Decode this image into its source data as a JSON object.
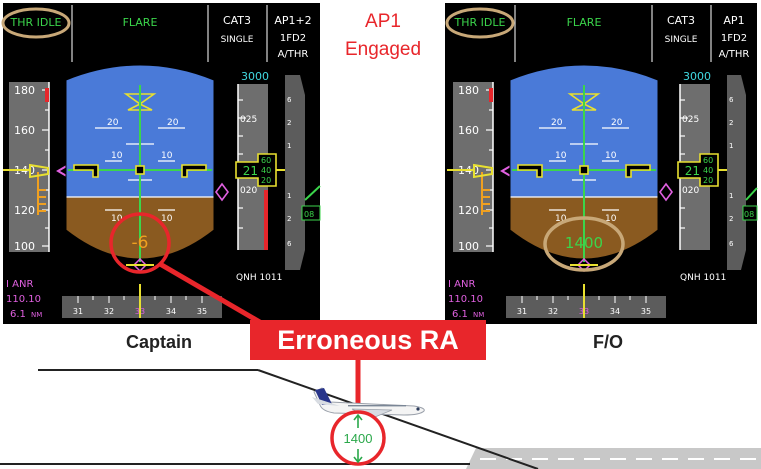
{
  "center_annotation": {
    "line1": "AP1",
    "line2": "Engaged",
    "color": "#e8262b"
  },
  "callout": {
    "label": "Erroneous RA",
    "color": "#e8262b"
  },
  "aircraft_ra": {
    "value": "1400",
    "color": "#2aa84a"
  },
  "colors": {
    "fma_green": "#3bd54b",
    "sky": "#4a7ad8",
    "ground": "#8a5a20",
    "magenta": "#e060e0",
    "cyan": "#40d8e0",
    "amber": "#f0a020",
    "yellow": "#e8e030",
    "highlight_ring": "#c8a878",
    "alert_ring": "#e8262b"
  },
  "pfds": [
    {
      "caption": "Captain",
      "fma": {
        "thrust": "THR IDLE",
        "vertical": "FLARE",
        "approach": "CAT3",
        "approach_sub": "SINGLE",
        "ap1": "AP1+2",
        "ap2": "1FD2",
        "ap3": "A/THR"
      },
      "speed_ticks": [
        "180",
        "160",
        "140",
        "120",
        "100"
      ],
      "pitch_labels": [
        "20",
        "20",
        "10",
        "10",
        "10",
        "10"
      ],
      "alt_target": "3000",
      "alt_ticks": [
        "025",
        "020"
      ],
      "alt_readout": {
        "main": "21",
        "sub_top": "60",
        "sub_mid": "40",
        "sub_bot": "20"
      },
      "vs_ticks": [
        "6",
        "2",
        "1",
        "1",
        "2",
        "6"
      ],
      "vs_pointer": "08",
      "ra": {
        "value": "-6",
        "color": "#f0a020"
      },
      "qnh": "QNH 1011",
      "ils": {
        "id": "I ANR",
        "freq": "110.10",
        "dist": "6.1",
        "unit": "NM"
      },
      "heading_ticks": [
        "31",
        "32",
        "33",
        "34",
        "35"
      ]
    },
    {
      "caption": "F/O",
      "fma": {
        "thrust": "THR IDLE",
        "vertical": "FLARE",
        "approach": "CAT3",
        "approach_sub": "SINGLE",
        "ap1": "AP1",
        "ap2": "1FD2",
        "ap3": "A/THR"
      },
      "speed_ticks": [
        "180",
        "160",
        "140",
        "120",
        "100"
      ],
      "pitch_labels": [
        "20",
        "20",
        "10",
        "10",
        "10",
        "10"
      ],
      "alt_target": "3000",
      "alt_ticks": [
        "025",
        "020"
      ],
      "alt_readout": {
        "main": "21",
        "sub_top": "60",
        "sub_mid": "40",
        "sub_bot": "20"
      },
      "vs_ticks": [
        "6",
        "2",
        "1",
        "1",
        "2",
        "6"
      ],
      "vs_pointer": "08",
      "ra": {
        "value": "1400",
        "color": "#3bd54b"
      },
      "qnh": "QNH 1011",
      "ils": {
        "id": "I ANR",
        "freq": "110.10",
        "dist": "6.1",
        "unit": "NM"
      },
      "heading_ticks": [
        "31",
        "32",
        "33",
        "34",
        "35"
      ]
    }
  ]
}
